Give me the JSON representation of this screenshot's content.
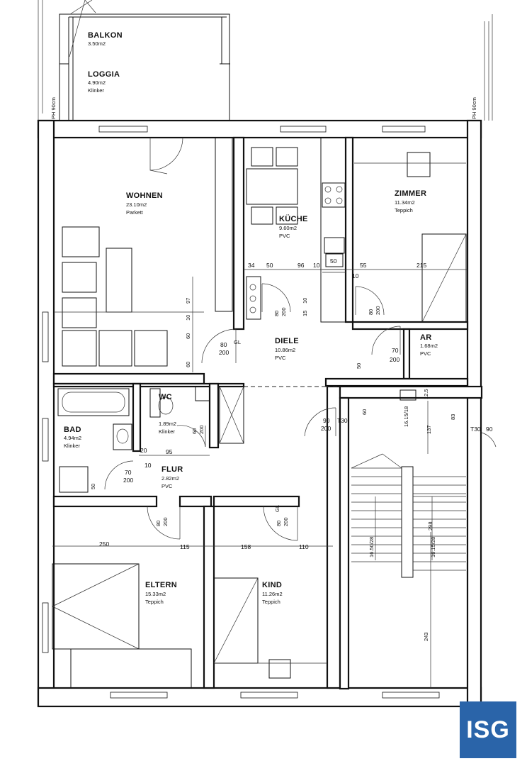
{
  "rooms": {
    "balkon": {
      "name": "BALKON",
      "area": "3.50m2",
      "floor": ""
    },
    "loggia": {
      "name": "LOGGIA",
      "area": "4.90m2",
      "floor": "Klinker"
    },
    "wohnen": {
      "name": "WOHNEN",
      "area": "23.10m2",
      "floor": "Parkett"
    },
    "kueche": {
      "name": "KÜCHE",
      "area": "9.60m2",
      "floor": "PVC"
    },
    "zimmer": {
      "name": "ZIMMER",
      "area": "11.34m2",
      "floor": "Teppich"
    },
    "diele": {
      "name": "DIELE",
      "area": "10.86m2",
      "floor": "PVC"
    },
    "ar": {
      "name": "AR",
      "area": "1.68m2",
      "floor": "PVC"
    },
    "wc": {
      "name": "WC",
      "area": "1.89m2",
      "floor": "Klinker"
    },
    "bad": {
      "name": "BAD",
      "area": "4.94m2",
      "floor": "Klinker"
    },
    "flur": {
      "name": "FLUR",
      "area": "2.82m2",
      "floor": "PVC"
    },
    "eltern": {
      "name": "ELTERN",
      "area": "15.33m2",
      "floor": "Teppich"
    },
    "kind": {
      "name": "KIND",
      "area": "11.26m2",
      "floor": "Teppich"
    }
  },
  "railing_labels": {
    "left": "PH 90cm",
    "right": "PH 90cm"
  },
  "dimensions": {
    "kitchen_row": [
      "34",
      "50",
      "96",
      "10",
      "50",
      "10",
      "55",
      "215"
    ],
    "wohnen_side": [
      "97",
      "10",
      "60",
      "60"
    ],
    "kueche_door": [
      "80",
      "200"
    ],
    "kueche_small": [
      "15",
      "10"
    ],
    "zimmer_door": [
      "80",
      "200"
    ],
    "diele_door_l": [
      "80",
      "GL",
      "200"
    ],
    "ar_door": [
      "70",
      "200",
      "50"
    ],
    "wc_door": [
      "60",
      "200"
    ],
    "bad_row": [
      "20",
      "95",
      "10"
    ],
    "bad_door": [
      "70",
      "200",
      "50"
    ],
    "stair_door": [
      "90",
      "200",
      "T30",
      "60"
    ],
    "stair_right": [
      "137",
      "83",
      "T30",
      "90",
      "12.5"
    ],
    "eltern_door": [
      "80",
      "200"
    ],
    "kind_door": [
      "80",
      "200",
      "GL"
    ],
    "bottom_row": [
      "250",
      "115",
      "158",
      "110"
    ],
    "stair_bottom": "243",
    "stair_labels": [
      "16.15/18",
      "16.50/28",
      "16.15/28",
      "298"
    ]
  },
  "logo": {
    "text": "ISG",
    "color": "#2a64a9"
  }
}
